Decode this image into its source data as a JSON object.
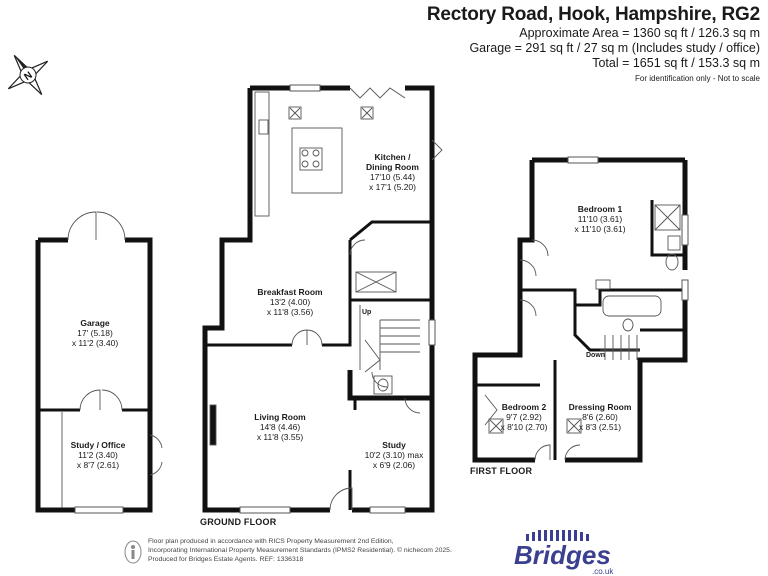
{
  "header": {
    "title": "Rectory Road, Hook, Hampshire, RG2",
    "approx_area": "Approximate Area = 1360 sq ft / 126.3 sq m",
    "garage_area": "Garage = 291 sq ft / 27 sq m (Includes study / office)",
    "total_area": "Total = 1651 sq ft / 153.3 sq m",
    "disclaimer": "For identification only - Not to scale"
  },
  "compass": {
    "icon": "compass-north-icon",
    "letter": "N"
  },
  "ground_floor": {
    "label": "GROUND FLOOR",
    "rooms": [
      {
        "name": "Kitchen /",
        "name2": "Dining Room",
        "dim1": "17'10 (5.44)",
        "dim2": "x 17'1 (5.20)"
      },
      {
        "name": "Breakfast Room",
        "dim1": "13'2 (4.00)",
        "dim2": "x 11'8 (3.56)"
      },
      {
        "name": "Living Room",
        "dim1": "14'8 (4.46)",
        "dim2": "x 11'8 (3.55)"
      },
      {
        "name": "Study",
        "dim1": "10'2 (3.10) max",
        "dim2": "x 6'9 (2.06)"
      }
    ],
    "stairs_label": "Up"
  },
  "garage": {
    "rooms": [
      {
        "name": "Garage",
        "dim1": "17' (5.18)",
        "dim2": "x 11'2 (3.40)"
      },
      {
        "name": "Study / Office",
        "dim1": "11'2 (3.40)",
        "dim2": "x 8'7 (2.61)"
      }
    ]
  },
  "first_floor": {
    "label": "FIRST FLOOR",
    "rooms": [
      {
        "name": "Bedroom 1",
        "dim1": "11'10 (3.61)",
        "dim2": "x 11'10 (3.61)"
      },
      {
        "name": "Bedroom 2",
        "dim1": "9'7 (2.92)",
        "dim2": "x 8'10 (2.70)"
      },
      {
        "name": "Dressing Room",
        "dim1": "8'6 (2.60)",
        "dim2": "x 8'3 (2.51)"
      }
    ],
    "stairs_label": "Down"
  },
  "footer": {
    "line1": "Floor plan produced in accordance with RICS Property Measurement 2nd Edition,",
    "line2": "Incorporating International Property Measurement Standards (IPMS2 Residential).  © nichecom 2025.",
    "line3": "Produced for Bridges Estate Agents.   REF: 1336318"
  },
  "logo": {
    "text": "Bridges",
    "subtext": ".co.uk",
    "color": "#3b3f8f"
  },
  "colors": {
    "wall": "#111111",
    "line": "#555555",
    "logo": "#3b3f8f"
  }
}
